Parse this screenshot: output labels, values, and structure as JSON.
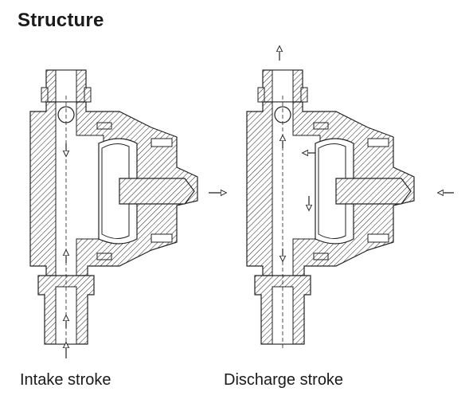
{
  "page": {
    "title": "Structure"
  },
  "panels": [
    {
      "caption": "Intake stroke"
    },
    {
      "caption": "Discharge stroke"
    }
  ]
}
